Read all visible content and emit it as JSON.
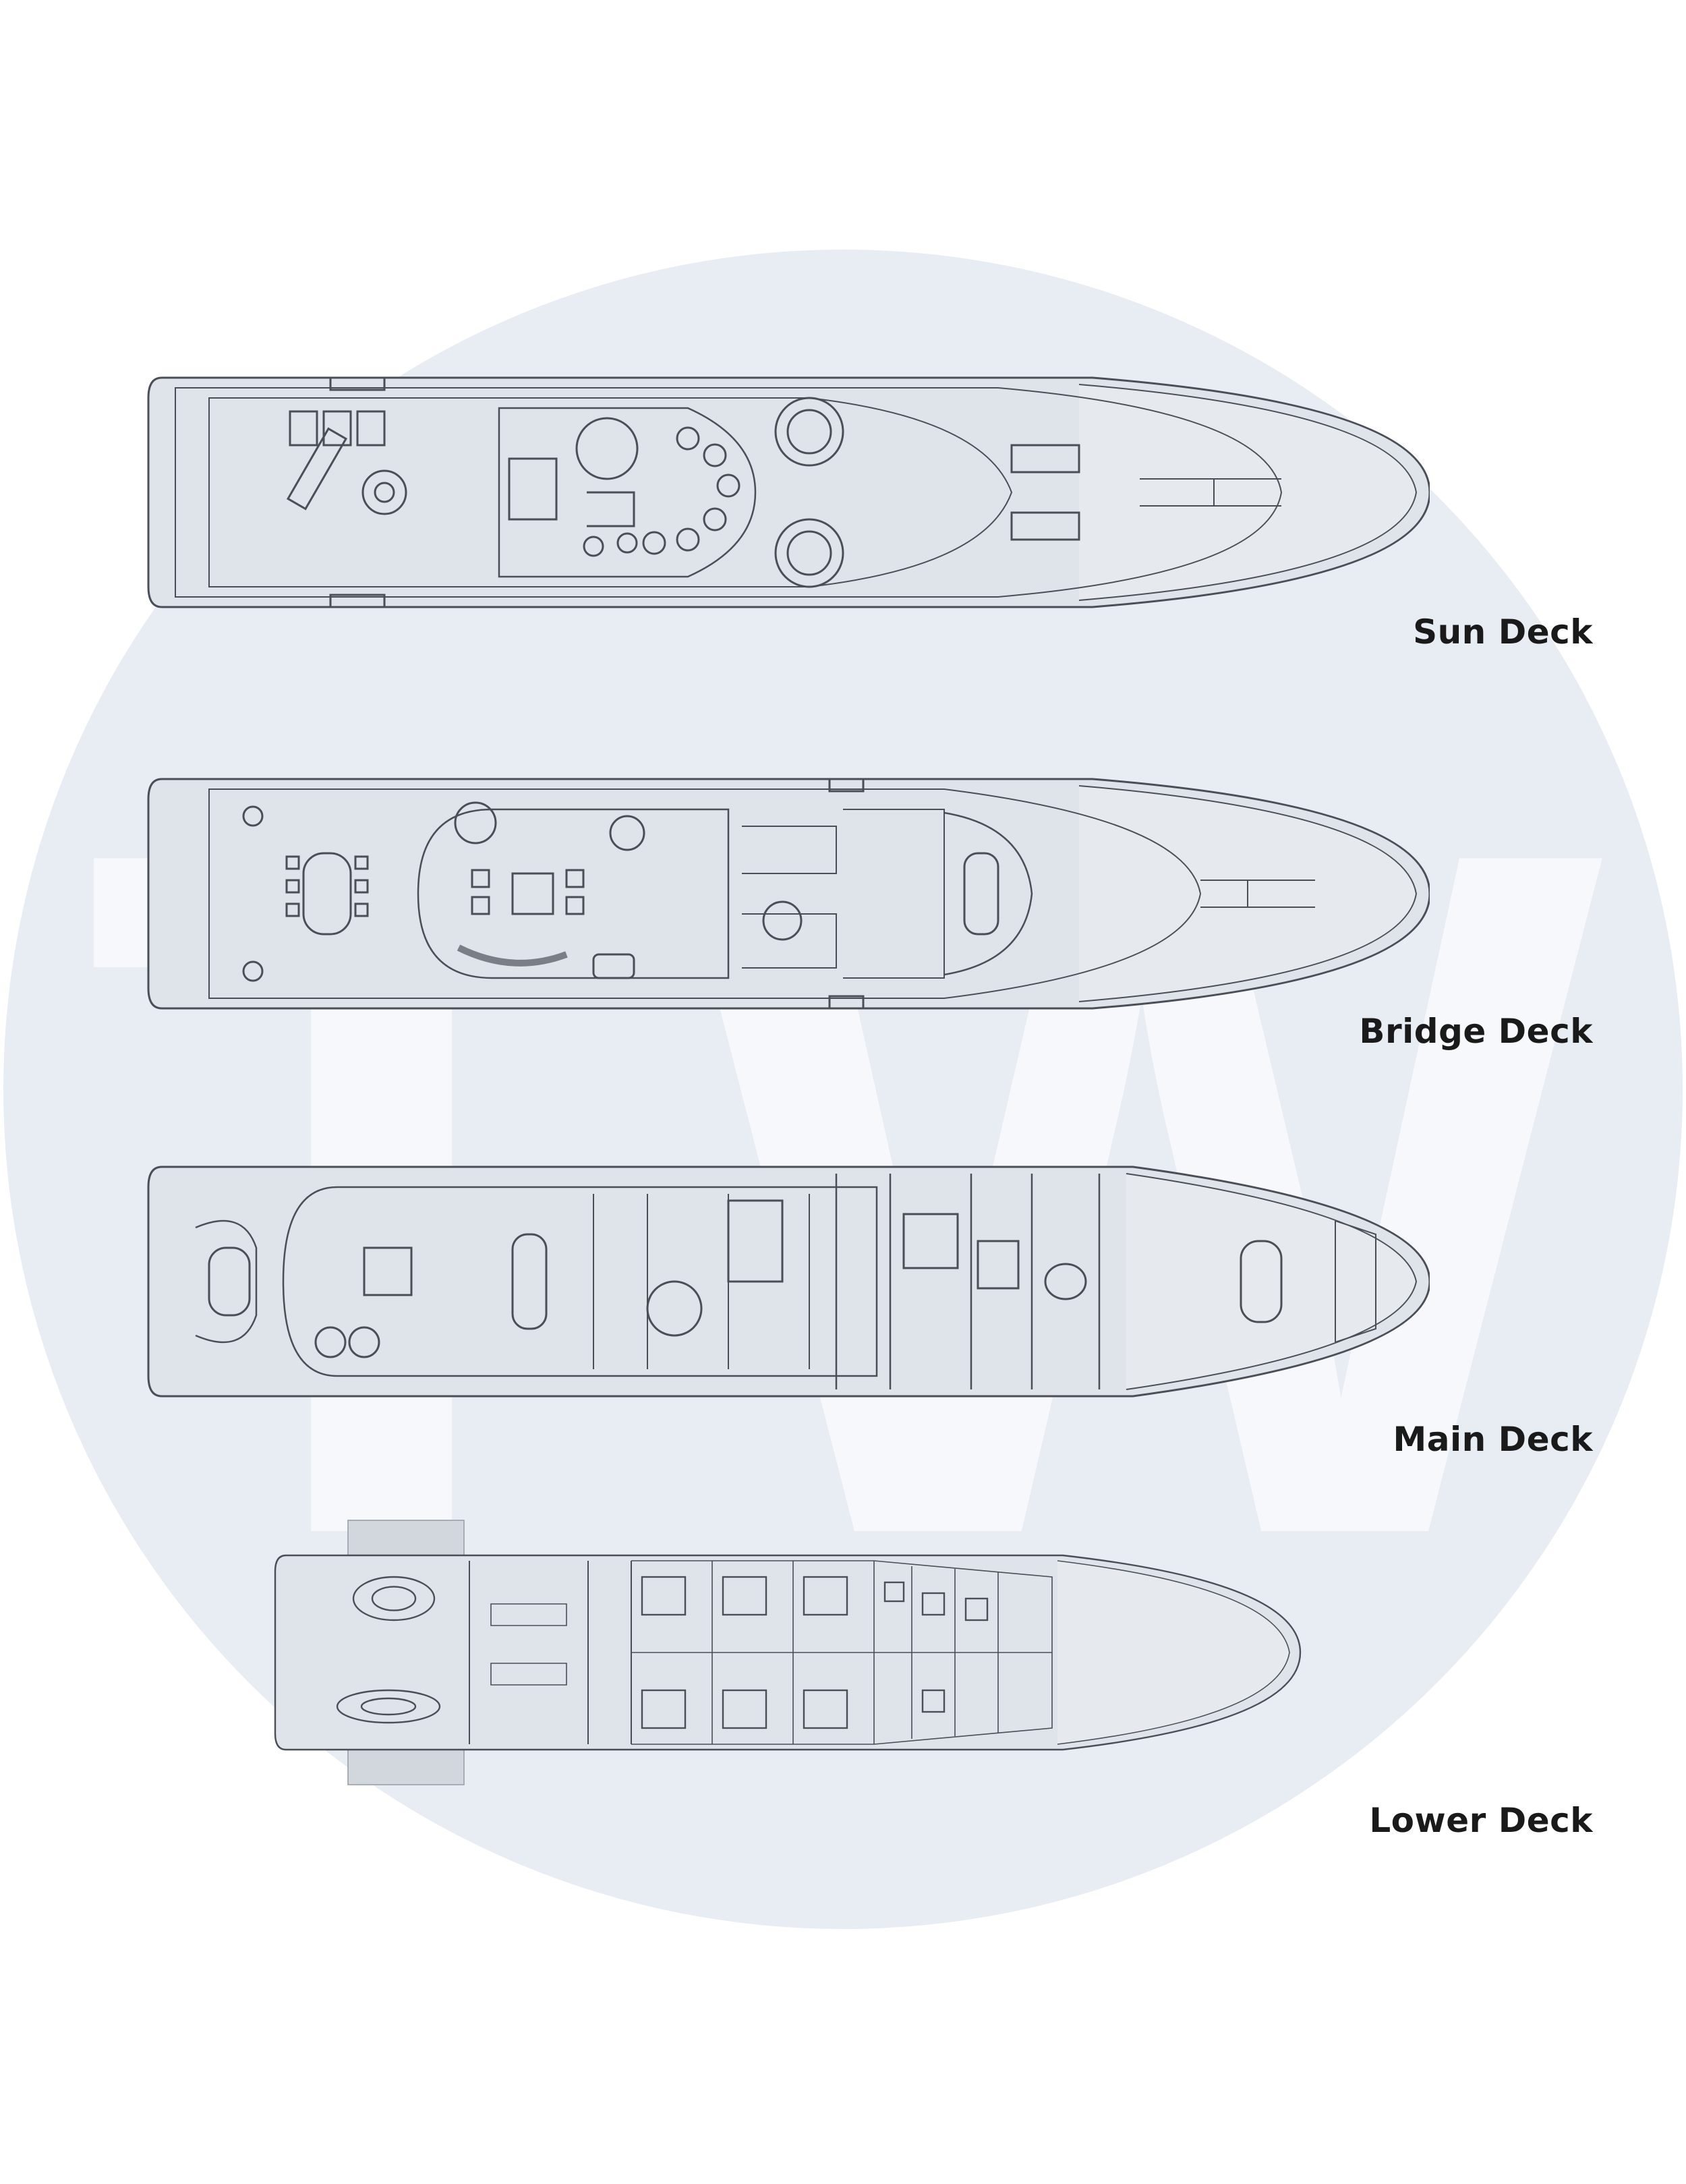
{
  "watermark": {
    "text": "TW",
    "circle_color": "#e8edf4",
    "letter_color": "#f6f8fb"
  },
  "colors": {
    "hull_fill": "#dfe3ea",
    "bow_fill": "#e6e9ee",
    "line": "#4a4f57",
    "label": "#1a1a1a"
  },
  "decks": [
    {
      "label": "Sun Deck"
    },
    {
      "label": "Bridge Deck"
    },
    {
      "label": "Main Deck"
    },
    {
      "label": "Lower Deck"
    }
  ]
}
